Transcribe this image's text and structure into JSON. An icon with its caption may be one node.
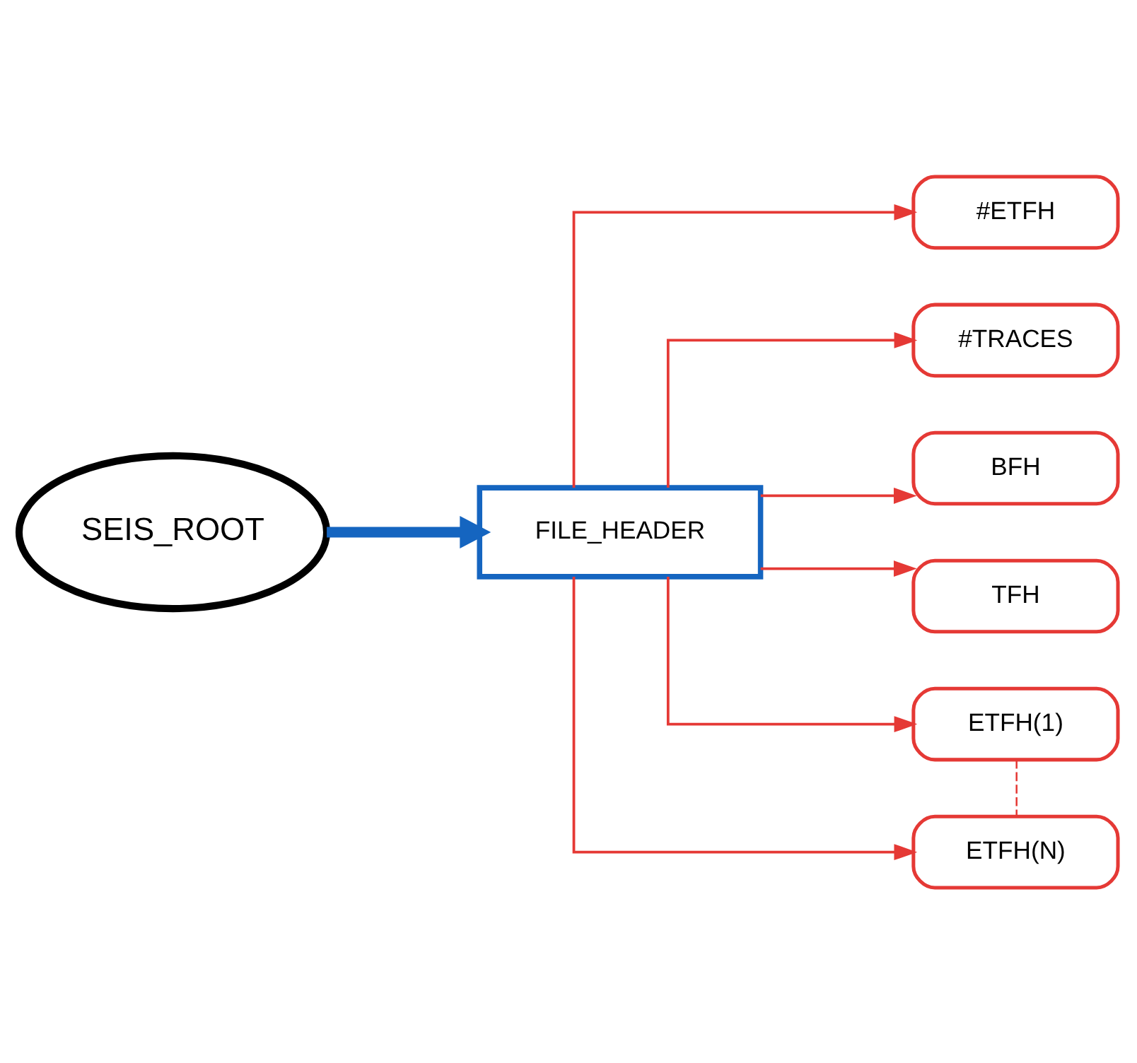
{
  "diagram": {
    "nodes": [
      {
        "text": [
          "FILE_HEADER"
        ]
      },
      {
        "text": [
          "#ETFH"
        ]
      },
      {
        "text": [
          "#TRACES"
        ]
      },
      {
        "text": [
          "BFH"
        ]
      },
      {
        "text": [
          "TFH"
        ]
      },
      {
        "text": [
          "ETFH(1)"
        ]
      },
      {
        "text": [
          "ETFH(N)"
        ]
      },
      {
        "text": [
          "SEIS_ROOT"
        ]
      }
    ],
    "edges": [
      {
        "from": 7,
        "to": 0,
        "arrow": "to",
        "style": "thick",
        "color": "#1565c0"
      },
      {
        "from": 0,
        "to": 1,
        "arrow": "to"
      },
      {
        "from": 0,
        "to": 2,
        "arrow": "to"
      },
      {
        "from": 0,
        "to": 3,
        "arrow": "to"
      },
      {
        "from": 0,
        "to": 4,
        "arrow": "to"
      },
      {
        "from": 0,
        "to": 5,
        "arrow": "to"
      },
      {
        "from": 0,
        "to": 6,
        "arrow": "to"
      },
      {
        "from": 5,
        "to": 6,
        "arrow": "none",
        "style": "dashed"
      }
    ]
  }
}
